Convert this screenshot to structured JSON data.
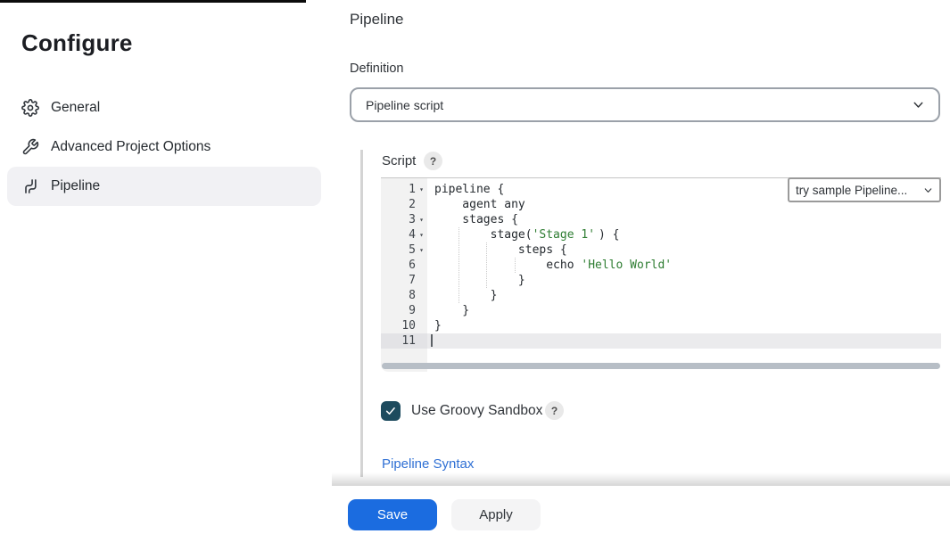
{
  "colors": {
    "accent_blue": "#1b6ce0",
    "link_blue": "#2e6fd4",
    "checkbox_navy": "#1d4b5e",
    "string_green": "#2e7d32",
    "selected_nav_bg": "#f1f1f4",
    "gutter_bg": "#f2f2f2",
    "active_line_bg": "#ebebed"
  },
  "sidebar": {
    "title": "Configure",
    "items": [
      {
        "label": "General",
        "icon": "gear-icon",
        "active": false
      },
      {
        "label": "Advanced Project Options",
        "icon": "wrench-icon",
        "active": false
      },
      {
        "label": "Pipeline",
        "icon": "pipeline-icon",
        "active": true
      }
    ]
  },
  "main": {
    "title": "Pipeline",
    "definition": {
      "label": "Definition",
      "value": "Pipeline script"
    },
    "script": {
      "label": "Script",
      "help": "?",
      "sample_select": "try sample Pipeline..."
    },
    "sandbox": {
      "label": "Use Groovy Sandbox",
      "help": "?",
      "checked": true
    },
    "link": "Pipeline Syntax"
  },
  "editor": {
    "lines": [
      {
        "num": 1,
        "fold": true,
        "segments": [
          {
            "type": "code",
            "text": "pipeline {"
          }
        ]
      },
      {
        "num": 2,
        "fold": false,
        "segments": [
          {
            "type": "code",
            "text": "    agent any"
          }
        ]
      },
      {
        "num": 3,
        "fold": true,
        "segments": [
          {
            "type": "code",
            "text": "    stages {"
          }
        ]
      },
      {
        "num": 4,
        "fold": true,
        "segments": [
          {
            "type": "code",
            "text": "        stage("
          },
          {
            "type": "string",
            "text": "'Stage 1'"
          },
          {
            "type": "code",
            "text": ") {"
          }
        ]
      },
      {
        "num": 5,
        "fold": true,
        "segments": [
          {
            "type": "code",
            "text": "            steps {"
          }
        ]
      },
      {
        "num": 6,
        "fold": false,
        "segments": [
          {
            "type": "code",
            "text": "                echo "
          },
          {
            "type": "string",
            "text": "'Hello World'"
          }
        ]
      },
      {
        "num": 7,
        "fold": false,
        "segments": [
          {
            "type": "code",
            "text": "            }"
          }
        ]
      },
      {
        "num": 8,
        "fold": false,
        "segments": [
          {
            "type": "code",
            "text": "        }"
          }
        ]
      },
      {
        "num": 9,
        "fold": false,
        "segments": [
          {
            "type": "code",
            "text": "    }"
          }
        ]
      },
      {
        "num": 10,
        "fold": false,
        "segments": [
          {
            "type": "code",
            "text": "}"
          }
        ]
      },
      {
        "num": 11,
        "fold": false,
        "active": true,
        "cursor": true,
        "segments": []
      }
    ],
    "guides": [
      {
        "ch": 4,
        "from": 4,
        "to": 8
      },
      {
        "ch": 8,
        "from": 5,
        "to": 7
      },
      {
        "ch": 12,
        "from": 6,
        "to": 6
      }
    ]
  },
  "footer": {
    "save": "Save",
    "apply": "Apply"
  }
}
